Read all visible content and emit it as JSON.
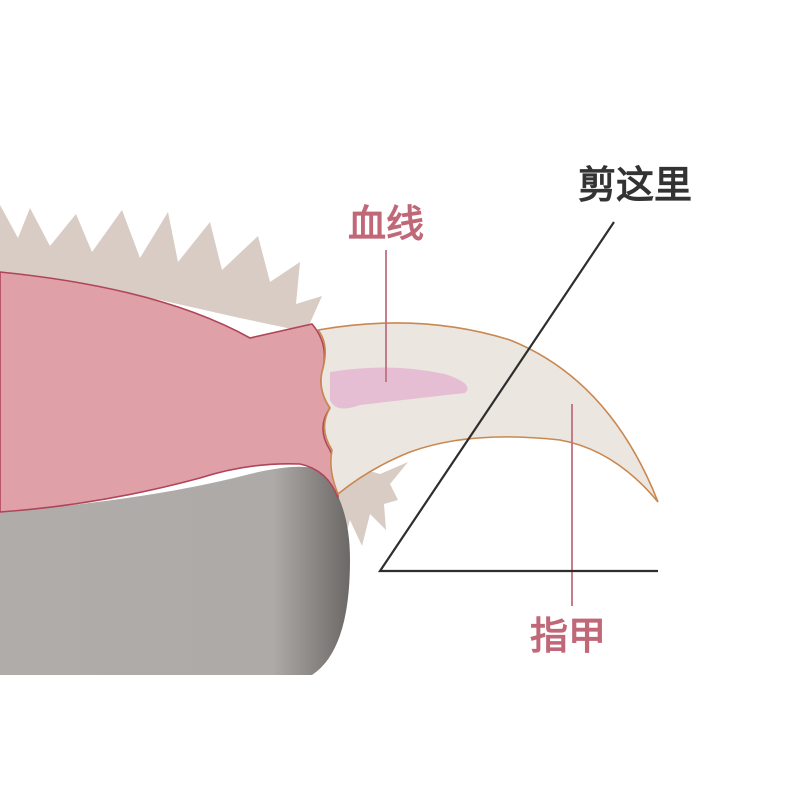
{
  "labels": {
    "cut_here": "剪这里",
    "quick": "血线",
    "nail": "指甲"
  },
  "colors": {
    "background": "#ffffff",
    "fur": "#d8ccc4",
    "skin": "#dfa0a8",
    "skin_outline": "#b04458",
    "toe_pad": "#aeaaa8",
    "nail_fill": "#ebe6e0",
    "nail_outline": "#c98850",
    "quick_fill": "#e6bed4",
    "quick_label_color": "#c06878",
    "nail_label_color": "#c06878",
    "cut_label_color": "#333333",
    "cut_line_color": "#2e2e2e",
    "pointer_color": "#c07080"
  }
}
